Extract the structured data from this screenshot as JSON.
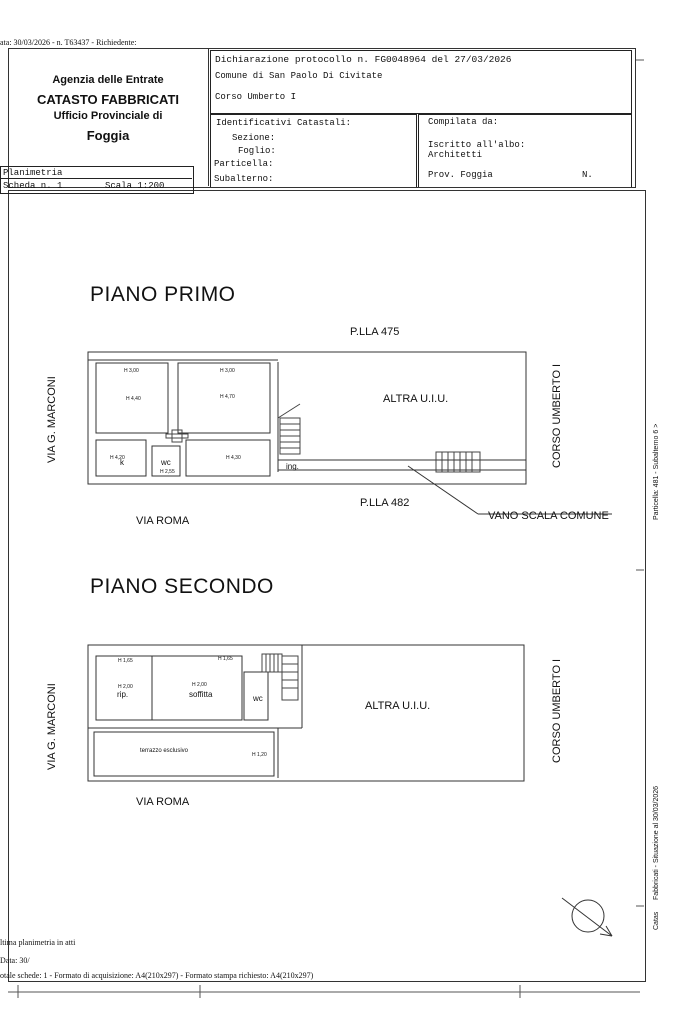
{
  "top_line": "ata: 30/03/2026 - n. T63437 - Richiedente:",
  "agency": {
    "line1": "Agenzia delle Entrate",
    "line2": "CATASTO FABBRICATI",
    "line3": "Ufficio Provinciale di",
    "line4": "Foggia"
  },
  "declaration": {
    "protocol": "Dichiarazione protocollo n. FG0048964 del 27/03/2026",
    "comune": "Comune di San Paolo Di Civitate",
    "address": "Corso Umberto I"
  },
  "identifiers": {
    "title": "Identificativi Catastali:",
    "sezione": "Sezione:",
    "foglio": "Foglio:",
    "particella": "Particella:",
    "subalterno": "Subalterno:"
  },
  "compiler": {
    "compiled_by": "Compilata da:",
    "registered": "Iscritto all'albo:",
    "profession": "Architetti",
    "province": "Prov. Foggia",
    "number": "N."
  },
  "planimetry": {
    "label": "Planimetria",
    "sheet": "Scheda n. 1",
    "scale": "Scala 1:200"
  },
  "floor1": {
    "title": "PIANO  PRIMO",
    "plla_top": "P.LLA  475",
    "plla_bottom": "P.LLA  482",
    "street_left": "VIA G. MARCONI",
    "street_right": "CORSO UMBERTO I",
    "street_bottom": "VIA ROMA",
    "other_unit": "ALTRA U.I.U.",
    "stair": "VANO SCALA COMUNE",
    "room_k": "k",
    "room_wc": "wc",
    "room_ing": "ing.",
    "h1": "H 3,00",
    "h2": "H 4,40",
    "h3": "H 4,70",
    "h4": "H 4,20",
    "h5": "H 4,30",
    "h6": "H 2,55",
    "h7": "H 3,00"
  },
  "floor2": {
    "title": "PIANO  SECONDO",
    "street_left": "VIA G. MARCONI",
    "street_right": "CORSO UMBERTO I",
    "street_bottom": "VIA ROMA",
    "other_unit": "ALTRA U.I.U.",
    "room_rip": "rip.",
    "room_soffitta": "soffitta",
    "room_wc": "wc",
    "room_terrace": "terrazzo esclusivo",
    "h1": "H 1,65",
    "h2": "H 2,00",
    "h3": "H 2,00",
    "h4": "H 1,65",
    "h5": "H 1,20"
  },
  "footer": {
    "last": "ltima planimetria in atti",
    "date": "Data: 30/",
    "totals": "otale schede: 1 - Formato di acquisizione: A4(210x297) - Formato stampa richiesto: A4(210x297)"
  },
  "side_text": {
    "s1": "Catas",
    "s2": "Fabbricati - Situazione al 30/03/2026",
    "s3": "Particella: 481 - Subalterno 6 >"
  }
}
